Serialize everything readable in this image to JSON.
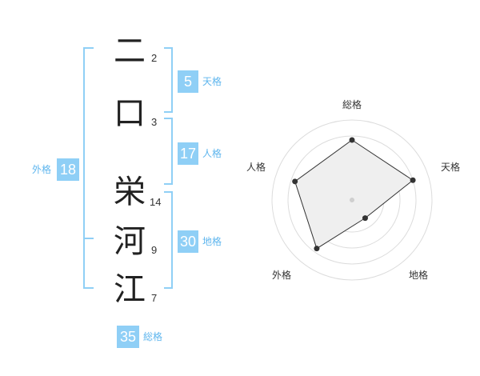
{
  "name": {
    "chars": [
      {
        "char": "二",
        "strokes": "2"
      },
      {
        "char": "口",
        "strokes": "3"
      },
      {
        "char": "栄",
        "strokes": "14"
      },
      {
        "char": "河",
        "strokes": "9"
      },
      {
        "char": "江",
        "strokes": "7"
      }
    ]
  },
  "kaku": {
    "tenkaku": {
      "value": "5",
      "label": "天格"
    },
    "jinkaku": {
      "value": "17",
      "label": "人格"
    },
    "chikaku": {
      "value": "30",
      "label": "地格"
    },
    "gaikaku": {
      "value": "18",
      "label": "外格"
    },
    "soukaku": {
      "value": "35",
      "label": "総格"
    }
  },
  "colors": {
    "accent": "#8fcff6",
    "label": "#5fb6ee",
    "bracket": "#8fcff6",
    "radar_fill": "#efefef",
    "radar_ring": "#dcdcdc",
    "radar_line": "#333333"
  },
  "chart_data": {
    "type": "radar",
    "axes": [
      "総格",
      "天格",
      "地格",
      "外格",
      "人格"
    ],
    "values": [
      0.75,
      0.8,
      0.28,
      0.75,
      0.75
    ],
    "range": [
      0,
      1
    ]
  }
}
